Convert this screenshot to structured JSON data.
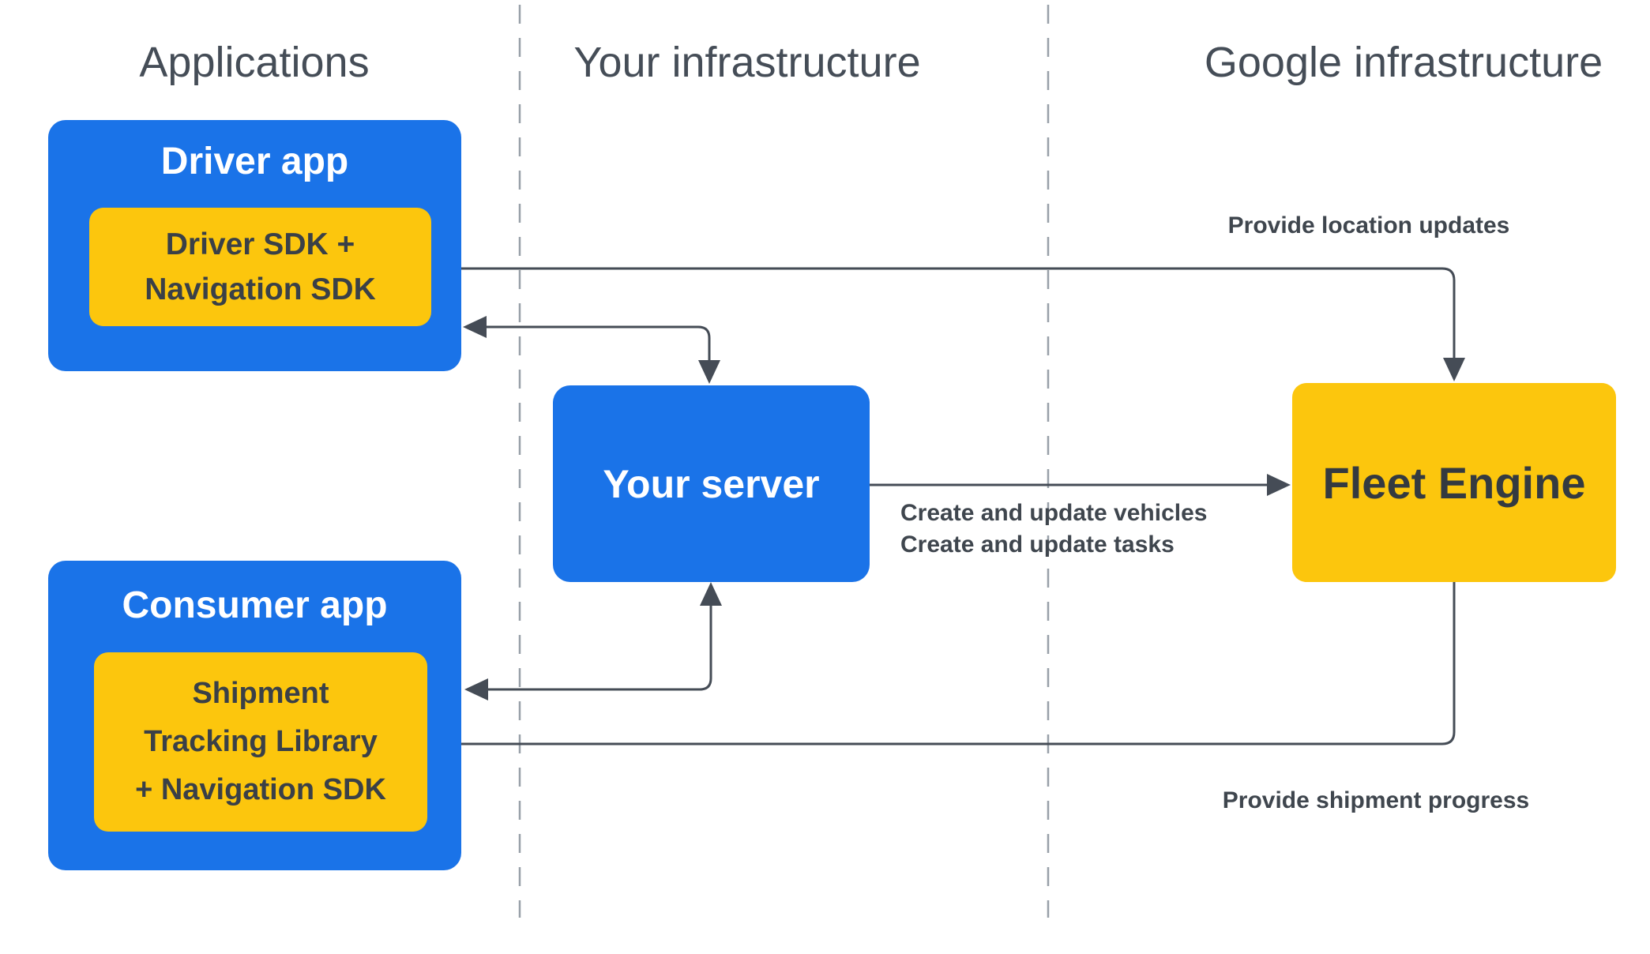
{
  "diagram": {
    "columns": [
      {
        "label": "Applications"
      },
      {
        "label": "Your infrastructure"
      },
      {
        "label": "Google infrastructure"
      }
    ],
    "nodes": {
      "driver_app": {
        "title": "Driver app"
      },
      "driver_sdk": {
        "line1": "Driver SDK +",
        "line2": "Navigation SDK"
      },
      "consumer_app": {
        "title": "Consumer app"
      },
      "shipment_lib": {
        "line1": "Shipment",
        "line2": "Tracking Library",
        "line3": "+ Navigation SDK"
      },
      "your_server": {
        "title": "Your server"
      },
      "fleet_engine": {
        "title": "Fleet Engine"
      }
    },
    "edges": {
      "provide_location_label": "Provide location updates",
      "create_vehicles_label": "Create and update vehicles",
      "create_tasks_label": "Create and update tasks",
      "provide_shipment_label": "Provide shipment progress"
    },
    "colors": {
      "node_blue": "#1a73e8",
      "node_yellow": "#fcc60d",
      "arrow": "#454c56",
      "divider_gray": "#98a0a8",
      "header_text": "#454d57",
      "dark_text": "#3a4047"
    }
  }
}
